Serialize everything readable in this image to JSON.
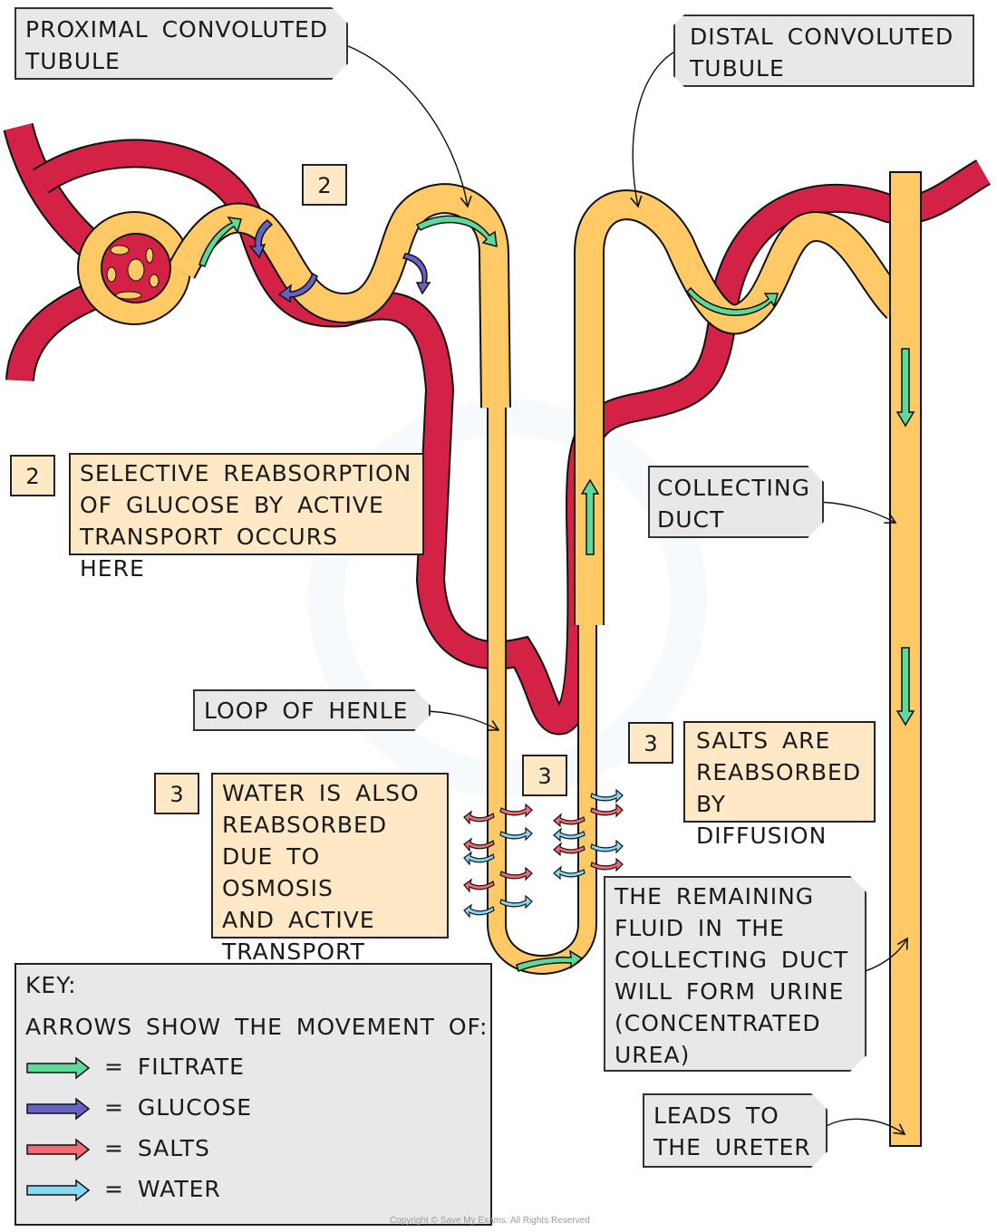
{
  "colors": {
    "tubule": "#ffc966",
    "blood_vessel": "#d42246",
    "filtrate": "#5ed99a",
    "glucose": "#6461c8",
    "salts": "#f26b72",
    "water": "#8ad6f5",
    "label_grey": "#e8e8e8",
    "label_cream": "#ffe8c6"
  },
  "labels": {
    "pct": "PROXIMAL CONVOLUTED\nTUBULE",
    "dct": "DISTAL CONVOLUTED\nTUBULE",
    "loop": "LOOP OF HENLE",
    "collecting": "COLLECTING\nDUCT",
    "remaining": "THE REMAINING\nFLUID IN THE\nCOLLECTING DUCT\nWILL FORM URINE\n(CONCENTRATED\nUREA)",
    "ureter": "LEADS TO\nTHE URETER"
  },
  "steps": {
    "step2_top": "2",
    "step2_side": "2",
    "step2_text": "SELECTIVE REABSORPTION\nOF GLUCOSE BY ACTIVE\nTRANSPORT OCCURS HERE",
    "step3_left": "3",
    "step3_left_text": "WATER IS ALSO\nREABSORBED\nDUE TO OSMOSIS\nAND ACTIVE\nTRANSPORT",
    "step3_mid": "3",
    "step3_right": "3",
    "step3_right_text": "SALTS ARE\nREABSORBED\nBY DIFFUSION"
  },
  "key": {
    "title": "KEY:",
    "subtitle": "ARROWS SHOW THE MOVEMENT OF:",
    "items": [
      {
        "label": "= FILTRATE",
        "icon": "filtrate-arrow-icon"
      },
      {
        "label": "= GLUCOSE",
        "icon": "glucose-arrow-icon"
      },
      {
        "label": "= SALTS",
        "icon": "salts-arrow-icon"
      },
      {
        "label": "= WATER",
        "icon": "water-arrow-icon"
      }
    ]
  },
  "copyright": "Copyright © Save My Exams. All Rights Reserved"
}
